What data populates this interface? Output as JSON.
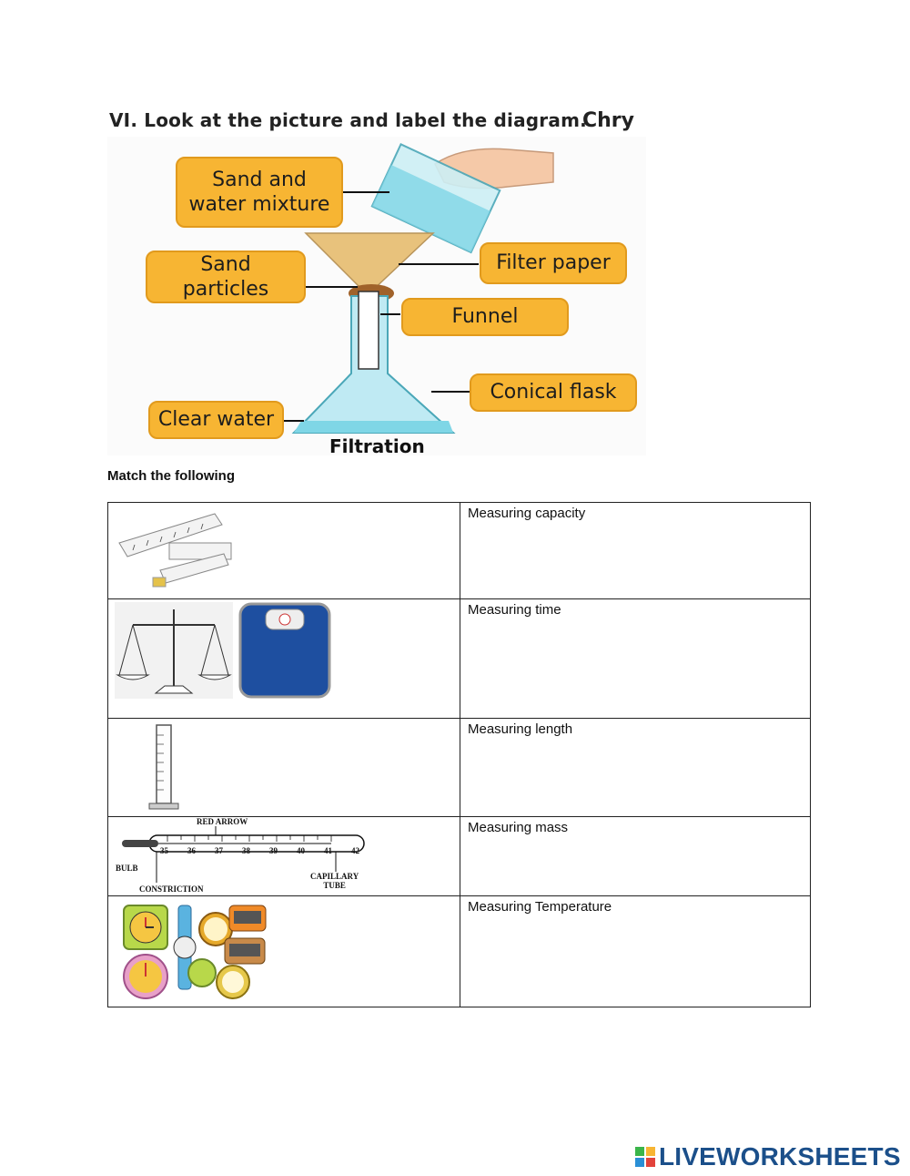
{
  "section": {
    "heading": "VI. Look at the picture and label the diagram.",
    "corner_logo_text": "Chry"
  },
  "diagram": {
    "labels": {
      "sand_water": "Sand and\nwater mixture",
      "filter_paper": "Filter paper",
      "sand_particles": "Sand\nparticles",
      "funnel": "Funnel",
      "conical_flask": "Conical flask",
      "clear_water": "Clear water"
    },
    "caption": "Filtration",
    "colors": {
      "label_fill": "#f7b533",
      "water": "#7fd6e6",
      "filter": "#e8c27c"
    }
  },
  "match": {
    "title": "Match the following",
    "right_column": [
      "Measuring capacity",
      "Measuring time",
      "Measuring length",
      "Measuring mass",
      "Measuring Temperature"
    ],
    "images": [
      "measuring-tape",
      "balance-and-scale",
      "measuring-cylinder",
      "thermometer",
      "clocks-and-watches"
    ],
    "thermometer": {
      "top_label": "RED ARROW",
      "bulb": "BULB",
      "constriction": "CONSTRICTION",
      "capillary": "CAPILLARY\nTUBE",
      "scale": [
        "35",
        "36",
        "37",
        "38",
        "39",
        "40",
        "41",
        "42"
      ]
    }
  },
  "footer": {
    "brand": "LIVEWORKSHEETS"
  }
}
